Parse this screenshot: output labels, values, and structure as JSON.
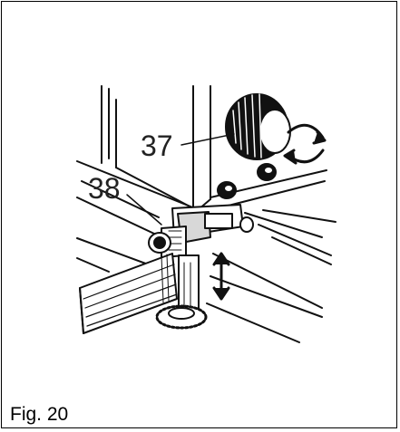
{
  "figure": {
    "caption": "Fig. 20",
    "callouts": {
      "knob": "37",
      "clamp": "38"
    }
  },
  "colors": {
    "ink": "#111111",
    "frame": "#000000",
    "background": "#ffffff"
  },
  "icons": {
    "knob": "adjustment-knob-icon",
    "rotation": "rotate-arrows-icon",
    "height": "up-down-arrow-icon"
  }
}
